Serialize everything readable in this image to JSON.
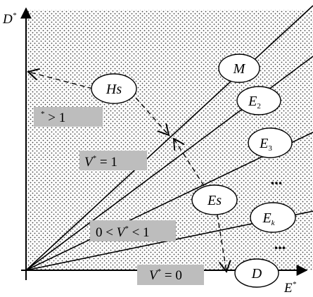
{
  "axes": {
    "x_label": "E",
    "x_label_sup": "*",
    "y_label": "D",
    "y_label_sup": "*"
  },
  "regions": [
    {
      "id": "v_gt_1",
      "text_main": "",
      "text_sup": "*",
      "text_rest": " > 1"
    },
    {
      "id": "v_eq_1",
      "text_main": "V",
      "text_sup": "*",
      "text_rest": " = 1"
    },
    {
      "id": "v_between",
      "text_prefix": "0 < ",
      "text_main": "V",
      "text_sup": "*",
      "text_rest": " < 1"
    },
    {
      "id": "v_eq_0",
      "text_main": "V",
      "text_sup": "*",
      "text_rest": " = 0"
    }
  ],
  "nodes": {
    "M": {
      "text": "M",
      "sub": ""
    },
    "E2": {
      "text": "E",
      "sub": "2"
    },
    "E3": {
      "text": "E",
      "sub": "3"
    },
    "Ek": {
      "text": "E",
      "sub": "k"
    },
    "D": {
      "text": "D",
      "sub": ""
    },
    "Hs": {
      "text": "Hs",
      "sub": ""
    },
    "Es": {
      "text": "Es",
      "sub": ""
    }
  },
  "ellipses": {
    "upper": "...",
    "lower": "..."
  }
}
